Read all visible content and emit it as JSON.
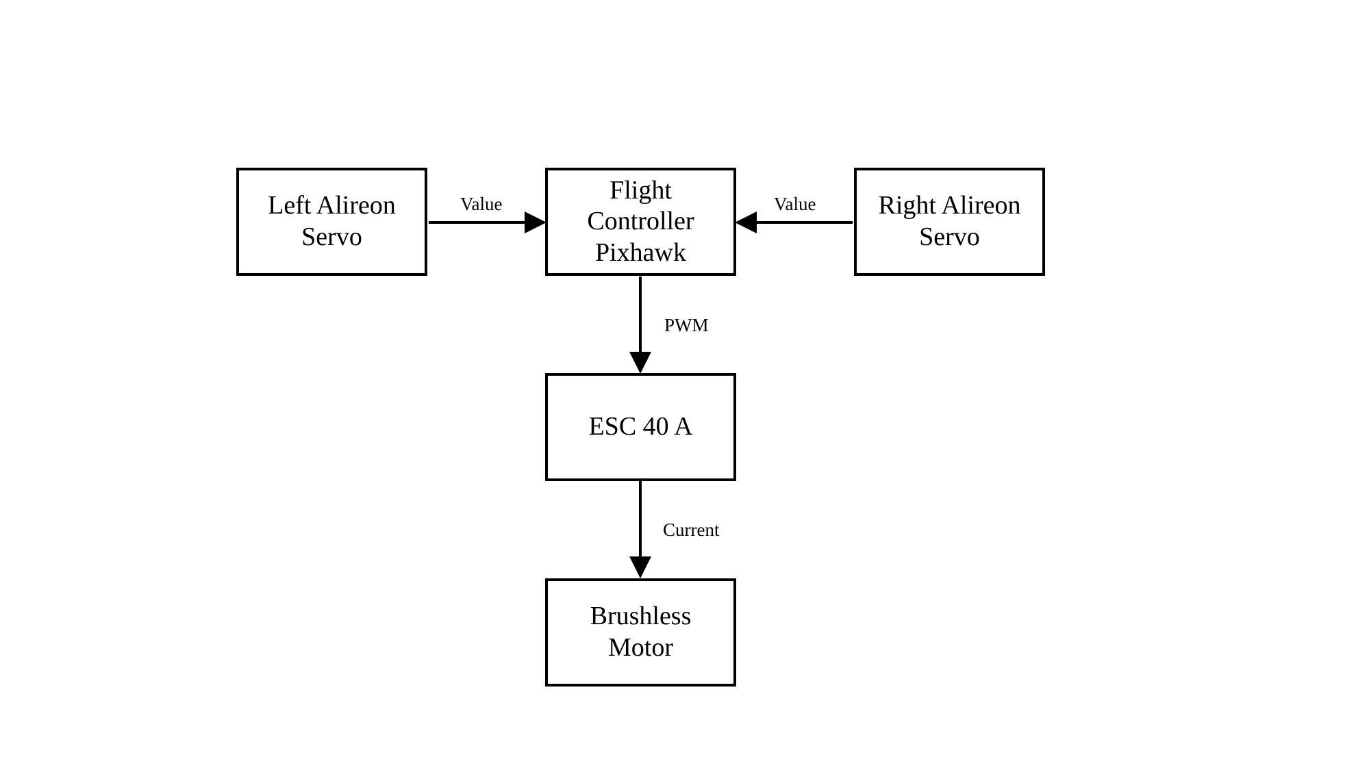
{
  "diagram": {
    "nodes": {
      "left_servo": "Left Alireon\nServo",
      "flight_controller": "Flight\nController\nPixhawk",
      "right_servo": "Right Alireon\nServo",
      "esc": "ESC 40 A",
      "motor": "Brushless\nMotor"
    },
    "edges": {
      "left_to_fc": "Value",
      "right_to_fc": "Value",
      "fc_to_esc": "PWM",
      "esc_to_motor": "Current"
    },
    "colors": {
      "stroke": "#000000",
      "background": "#ffffff"
    }
  }
}
